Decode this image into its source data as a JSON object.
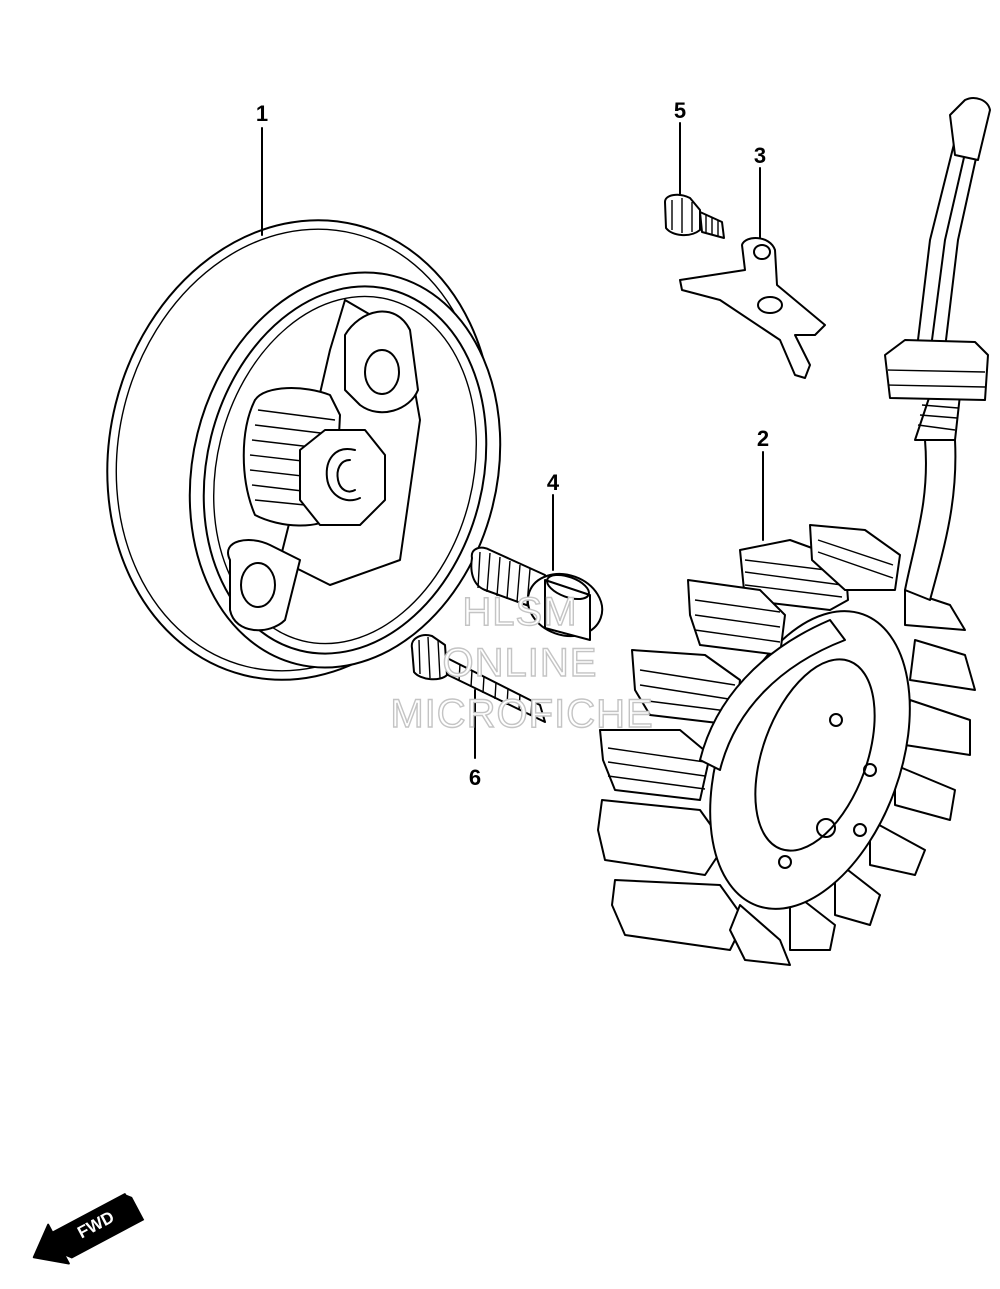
{
  "callouts": [
    {
      "number": "1",
      "part": "rotor"
    },
    {
      "number": "2",
      "part": "stator"
    },
    {
      "number": "3",
      "part": "clamp"
    },
    {
      "number": "4",
      "part": "bolt"
    },
    {
      "number": "5",
      "part": "screw"
    },
    {
      "number": "6",
      "part": "screw"
    }
  ],
  "watermark": {
    "line1": "HLSM",
    "line2": "ONLINE",
    "line3": "MICROFICHE"
  },
  "direction_arrow": {
    "label": "FWD"
  },
  "colors": {
    "line": "#000000",
    "background": "#ffffff",
    "watermark": "#c4c4c4"
  }
}
